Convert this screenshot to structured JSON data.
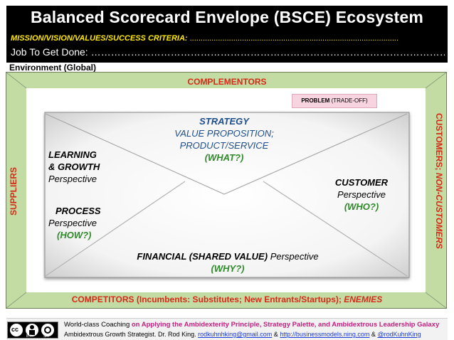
{
  "header": {
    "title": "Balanced Scorecard Envelope (BSCE) Ecosystem",
    "mission_label": "MISSION/VISION/VALUES/SUCCESS CRITERIA:",
    "mission_dots": "................................................................................................",
    "job_label": "Job To Get Done:",
    "job_dots": "…………………………………………………………………………………………………………"
  },
  "environment_label": "Environment (Global)",
  "borders": {
    "complementors": "COMPLEMENTORS",
    "competitors_main": "COMPETITORS (Incumbents: Substitutes; New Entrants/Startups);",
    "competitors_enemies": "ENEMIES",
    "suppliers": "SUPPLIERS",
    "customers": "CUSTOMERS;",
    "non_customers": "NON-CUSTOMERS"
  },
  "problem_box": {
    "bold": "PROBLEM",
    "rest": "(TRADE-OFF)"
  },
  "envelope": {
    "strategy": {
      "title": "STRATEGY",
      "line1": "VALUE PROPOSITION;",
      "line2": "PRODUCT/SERVICE",
      "question": "(WHAT?)"
    },
    "learning": {
      "line1": "LEARNING",
      "line2": "& GROWTH",
      "perspective": "Perspective"
    },
    "process": {
      "title": "PROCESS",
      "perspective": "Perspective",
      "question": "(HOW?)"
    },
    "customer": {
      "title": "CUSTOMER",
      "perspective": "Perspective",
      "question": "(WHO?)"
    },
    "financial": {
      "title": "FINANCIAL (SHARED VALUE)",
      "perspective": "Perspective",
      "question": "(WHY?)"
    }
  },
  "footer": {
    "line1_prefix": "World-class Coaching",
    "line1_highlight": "on Applying the Ambidexterity Principle, Strategy Palette, and Ambidextrous Leadership Galaxy",
    "line2_prefix": "Ambidextrous Growth Strategist. Dr. Rod King.",
    "email": "rodkuhnhking@gmail.com",
    "amp1": "&",
    "url": "http://businessmodels.ning.com",
    "amp2": "&",
    "handle": "@rodKuhnKing",
    "license": {
      "by": "BY",
      "sa": "SA"
    }
  },
  "colors": {
    "frame_green": "#c3dca4",
    "border_label_red": "#d62a16",
    "strategy_blue": "#1f4e8c",
    "question_green": "#2f8a2a",
    "problem_pink": "#f7d4e0"
  }
}
